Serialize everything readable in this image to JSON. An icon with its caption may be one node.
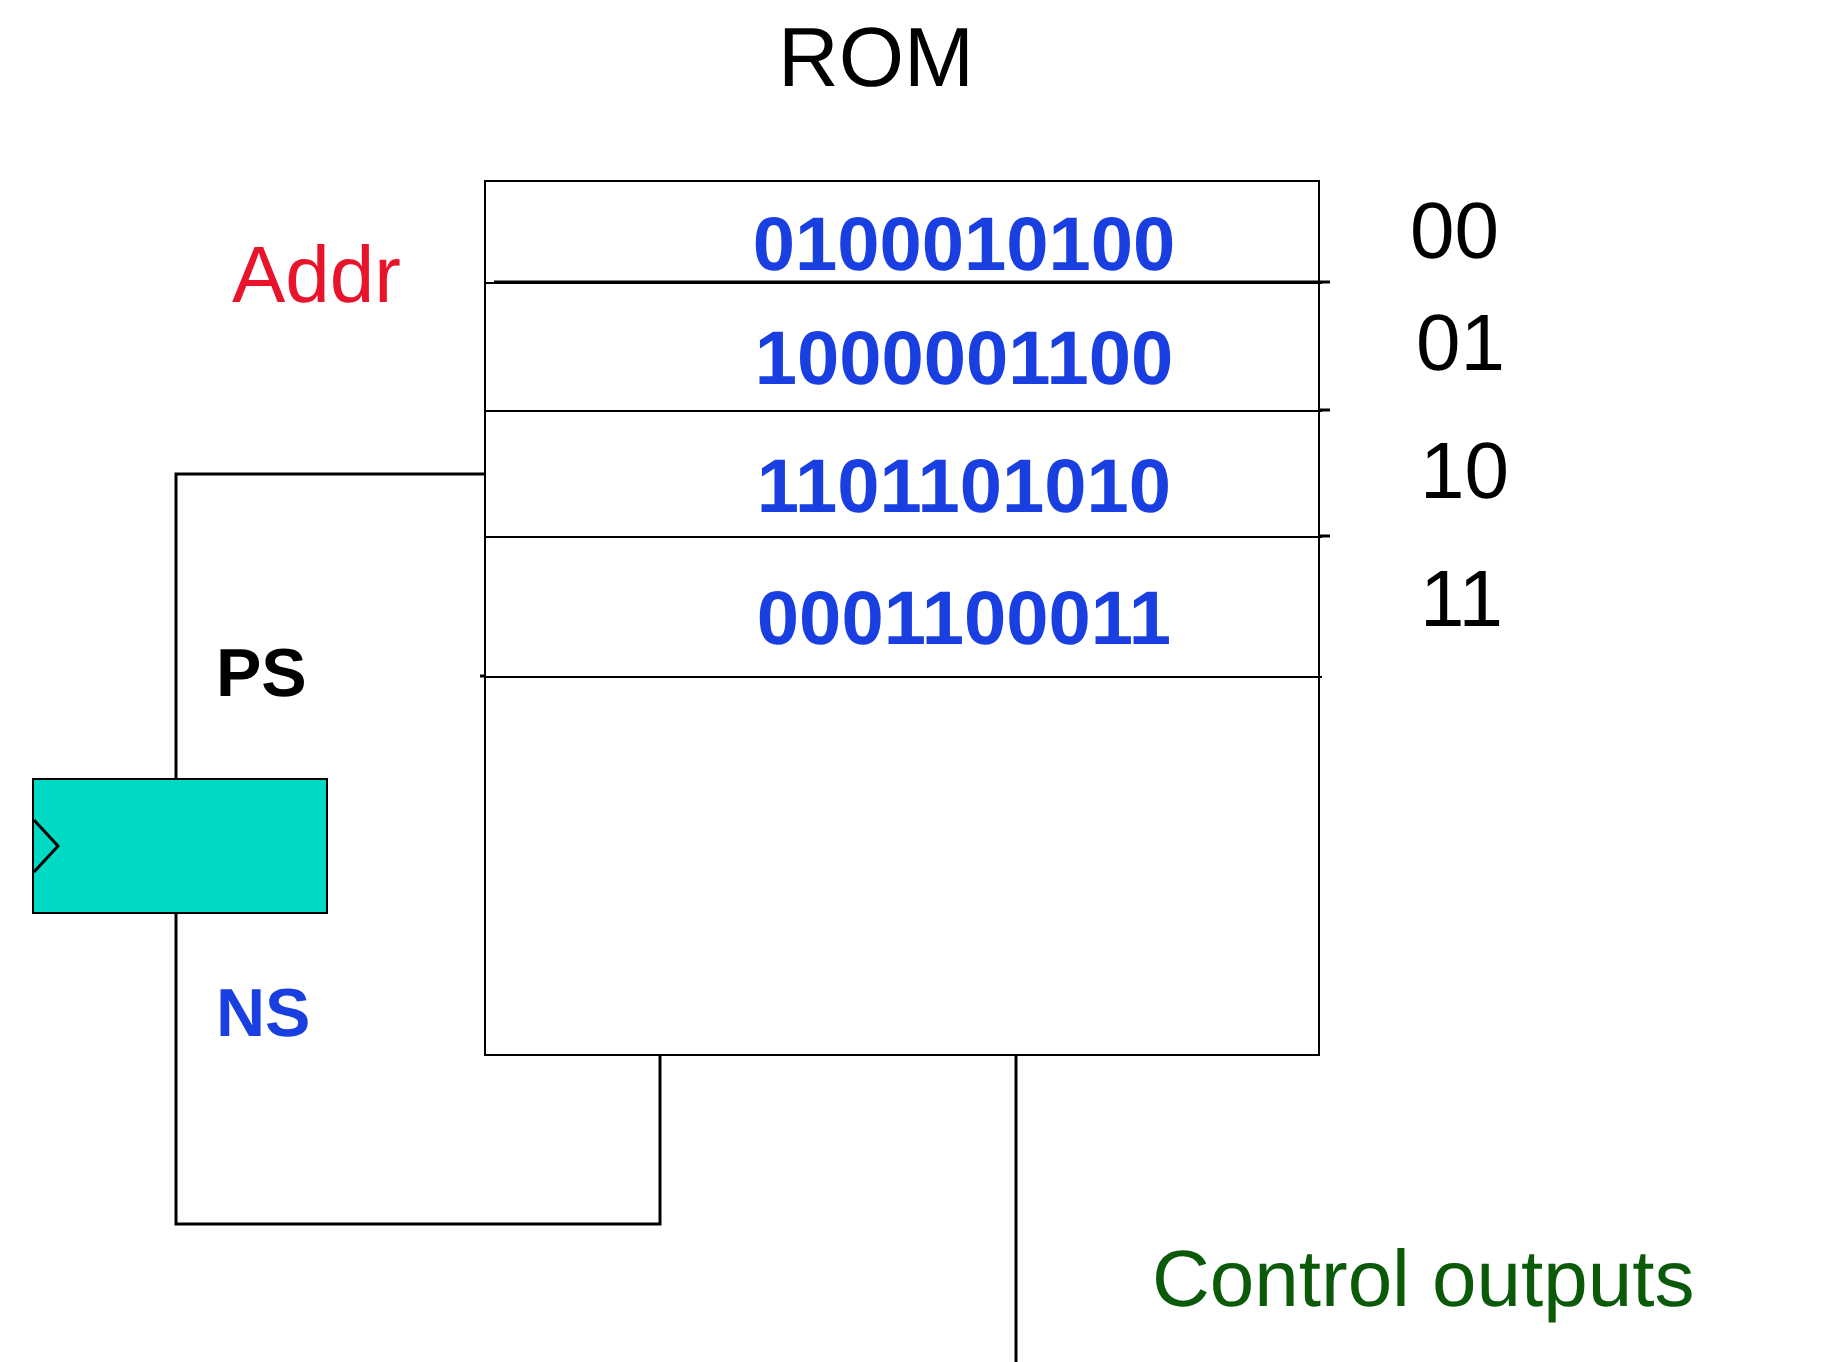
{
  "diagram": {
    "nodes": [
      {
        "text": [
          "ROM"
        ]
      },
      {
        "text": [
          "0100010100"
        ],
        "in": 0
      },
      {
        "text": [
          "1000001100"
        ],
        "in": 0
      },
      {
        "text": [
          "1101101010"
        ],
        "in": 0
      },
      {
        "text": [
          "0001100011"
        ],
        "in": 0
      },
      {
        "text": [],
        "shape": "box"
      }
    ],
    "edges": [
      {
        "from": 5,
        "to": 0,
        "arrow": "none",
        "label": "PS"
      },
      {
        "from": 0,
        "to": 5,
        "arrow": "none",
        "label": "NS"
      },
      {
        "from": 0,
        "to": null,
        "arrow": "none"
      }
    ],
    "labels": [
      "Addr",
      "00",
      "01",
      "10",
      "11",
      "Control outputs"
    ]
  }
}
